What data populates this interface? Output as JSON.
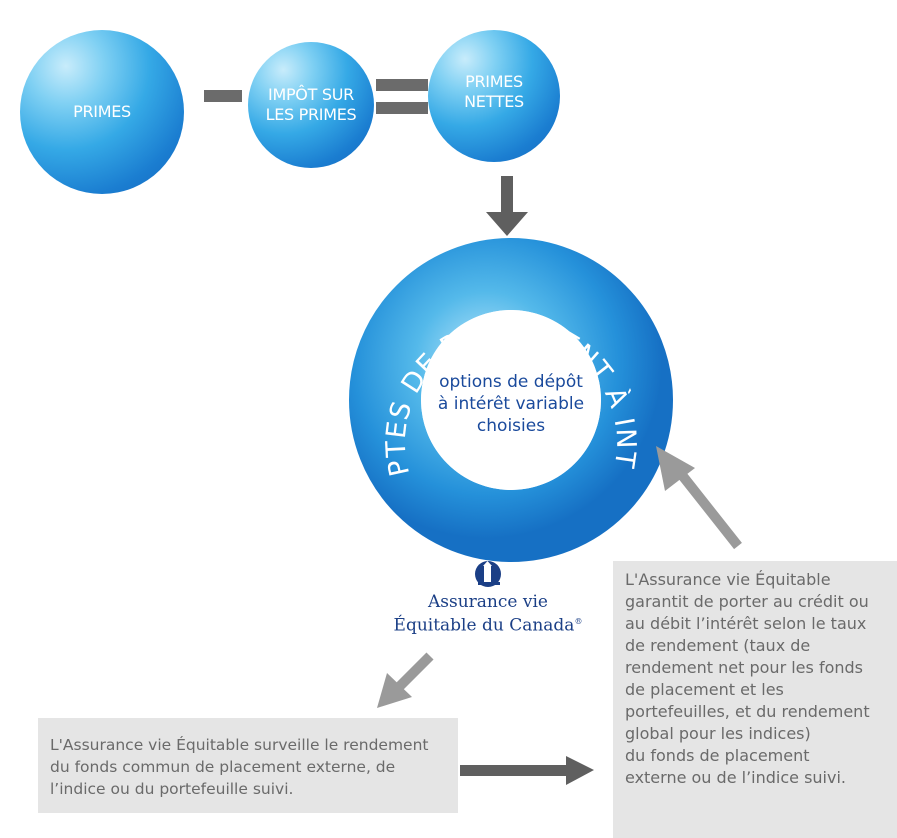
{
  "flow": {
    "circle_primes": "PRIMES",
    "circle_tax": "IMPÔT SUR\nLES PRIMES",
    "circle_net": "PRIMES\nNETTES"
  },
  "ring": {
    "arc_text": "COMPTES DE PLACEMENT À INTÉRÊT",
    "center_text": "options de dépôt\nà intérêt variable\nchoisies",
    "center_color": "#1a4a9c"
  },
  "logo": {
    "icon": "lighthouse-icon",
    "line1": "Assurance vie",
    "line2": "Équitable du Canada",
    "mark": "®"
  },
  "notes": {
    "bottom_left": "L'Assurance vie Équitable surveille le rendement\ndu fonds commun de placement externe, de\nl’indice ou du portefeuille suivi.",
    "right": "L'Assurance vie Équitable\ngarantit de porter au crédit ou\nau débit l’intérêt selon le taux\nde rendement (taux de\nrendement net pour les fonds\nde placement et les\nportefeuilles, et du rendement\nglobal pour les indices)\ndu fonds de placement\nexterne ou de l’indice suivi."
  },
  "colors": {
    "arrow_dark": "#5f5f5f",
    "arrow_light": "#9a9a9a",
    "note_bg": "#e5e5e5"
  }
}
